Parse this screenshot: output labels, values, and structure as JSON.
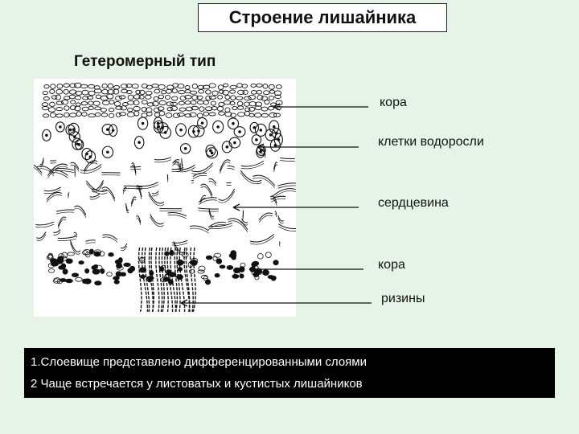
{
  "title": "Строение лишайника",
  "subtitle": "Гетеромерный тип",
  "labels": {
    "cortex_upper": "кора",
    "algae": "клетки водоросли",
    "medulla": "сердцевина",
    "cortex_lower": "кора",
    "rhizines": "ризины"
  },
  "notes": [
    "1.Слоевище представлено дифференцированными слоями",
    "2 Чаще встречается у листоватых и кустистых лишайников"
  ],
  "colors": {
    "background": "#e6f4e8",
    "ink": "#111111",
    "notes_bg": "#000000"
  }
}
